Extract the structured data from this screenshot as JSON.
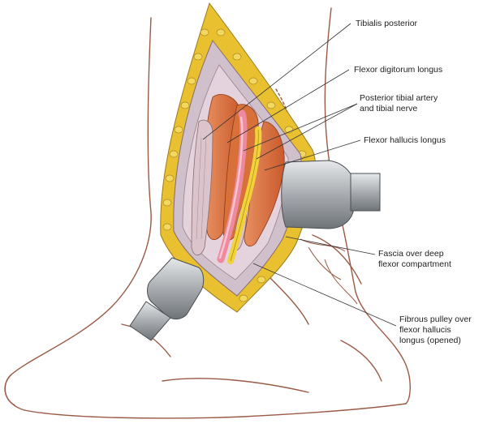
{
  "labels": {
    "tibialis_posterior": "Tibialis posterior",
    "flexor_digitorum_longus": "Flexor digitorum longus",
    "posterior_tibial_artery_nerve": "Posterior tibial artery\nand tibial nerve",
    "flexor_hallucis_longus": "Flexor hallucis longus",
    "fascia_deep_flexor": "Fascia over deep\nflexor compartment",
    "fibrous_pulley": "Fibrous pulley over\nflexor hallucis\nlongus (opened)"
  },
  "colors": {
    "skin_outline": "#9a5a45",
    "fat": "#e8c030",
    "muscle": "#d8703a",
    "tendon": "#d8bcc4",
    "artery": "#ee8aa0",
    "nerve": "#f2d23a",
    "retractor": "#a8acb0",
    "leader_line": "#333333"
  }
}
